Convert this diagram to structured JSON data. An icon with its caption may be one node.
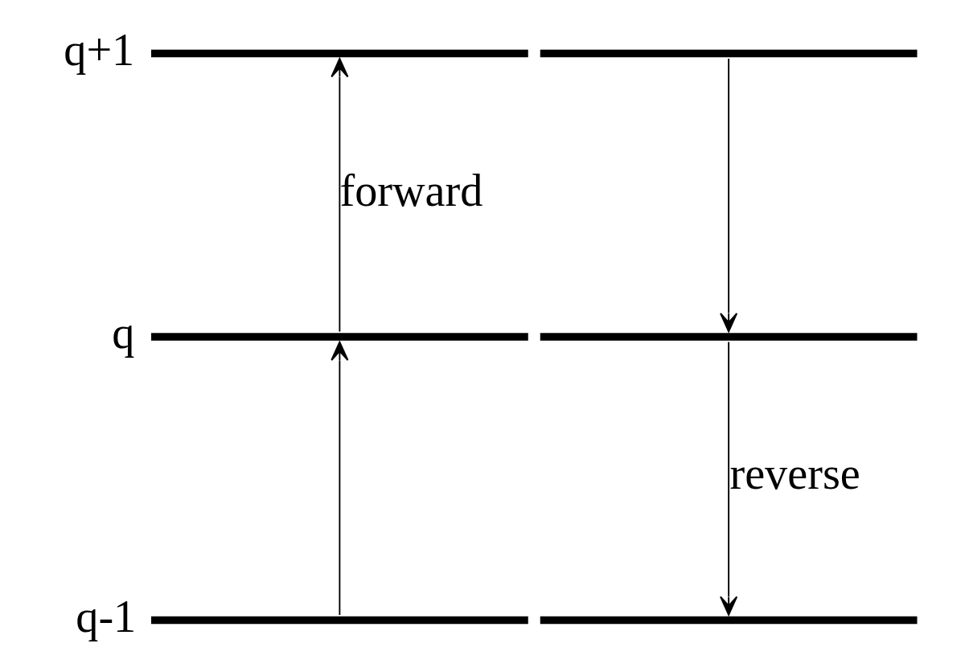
{
  "diagram": {
    "nodes": [
      {
        "text": [
          "q+1"
        ]
      },
      {
        "text": [
          "q"
        ]
      },
      {
        "text": [
          "q-1"
        ]
      }
    ],
    "edges": [
      {
        "from": 2,
        "to": 1,
        "arrow": "to"
      },
      {
        "from": 1,
        "to": 0,
        "arrow": "to",
        "label": "forward"
      },
      {
        "from": 0,
        "to": 1,
        "arrow": "to"
      },
      {
        "from": 1,
        "to": 2,
        "arrow": "to",
        "label": "reverse"
      }
    ]
  }
}
